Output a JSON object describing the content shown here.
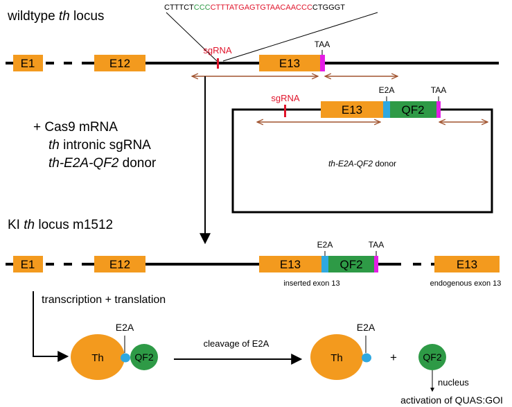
{
  "colors": {
    "exon": "#F39A1E",
    "qf2": "#2E9A46",
    "e2a": "#2FA8E0",
    "stop": "#E41DE6",
    "sgrna": "#E0142B",
    "seq_pam": "#2E9A46",
    "homology_arm": "#A0522D"
  },
  "titles": {
    "wildtype": {
      "prefix": "wildtype ",
      "gene": "th",
      "suffix": " locus"
    },
    "ki": {
      "prefix": "KI ",
      "gene": "th",
      "suffix": " locus m1512"
    }
  },
  "sequence": {
    "part1": "CTTTCT",
    "pam": "CCC",
    "target": "CTTTATGAGTGTAACAACCC",
    "part2": "CTGGGT"
  },
  "wildtype": {
    "exon1": "E1",
    "exon12": "E12",
    "exon13": "E13",
    "sgrna": "sgRNA",
    "stop": "TAA"
  },
  "injection": {
    "line1": "+ Cas9 mRNA",
    "line2_gene": "th",
    "line2_rest": " intronic sgRNA",
    "line3": "th-E2A-QF2",
    "line3_rest": " donor"
  },
  "donor": {
    "sgrna": "sgRNA",
    "exon13": "E13",
    "e2a": "E2A",
    "qf2": "QF2",
    "stop": "TAA",
    "label_gene": "th-E2A-QF2",
    "label_rest": " donor"
  },
  "ki": {
    "exon1": "E1",
    "exon12": "E12",
    "exon13": "E13",
    "e2a": "E2A",
    "qf2": "QF2",
    "stop": "TAA",
    "exon13_endo": "E13",
    "inserted_label": "inserted exon 13",
    "endogenous_label": "endogenous exon 13"
  },
  "process": {
    "transcription": "transcription + translation",
    "th": "Th",
    "e2a": "E2A",
    "qf2": "QF2",
    "cleavage": "cleavage of E2A",
    "th2": "Th",
    "e2a2": "E2A",
    "plus": "+",
    "qf2_free": "QF2",
    "nucleus": "nucleus",
    "activation": "activation of QUAS:GOI"
  }
}
